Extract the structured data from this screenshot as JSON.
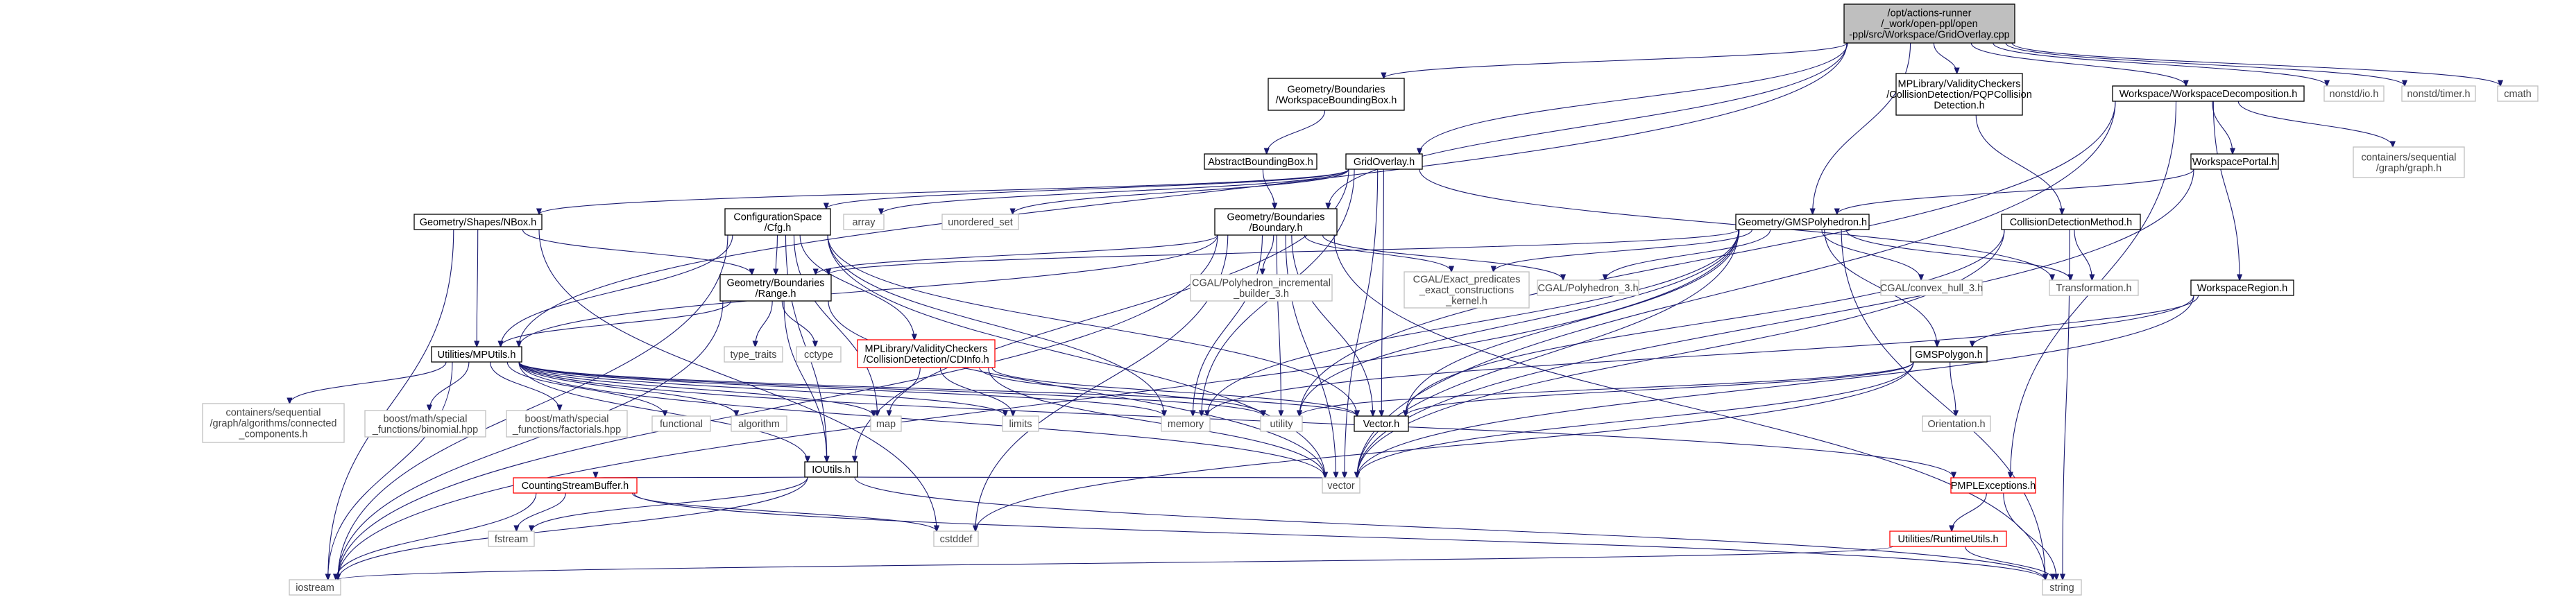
{
  "colors": {
    "edge": "#191970",
    "root_fill": "#bfbfbf",
    "root_border": "#000000",
    "doc_border": "#000000",
    "external_border": "#bfbfbf",
    "incomplete_border": "#ff0000"
  },
  "nodes": [
    {
      "id": "root",
      "lines": [
        "/opt/actions-runner",
        "/_work/open-ppl/open",
        "-ppl/src/Workspace/GridOverlay.cpp"
      ],
      "kind": "root"
    },
    {
      "id": "wbb",
      "lines": [
        "Geometry/Boundaries",
        "/WorkspaceBoundingBox.h"
      ],
      "kind": "doc"
    },
    {
      "id": "pqp",
      "lines": [
        "MPLibrary/ValidityCheckers",
        "/CollisionDetection/PQPCollision",
        "Detection.h"
      ],
      "kind": "doc"
    },
    {
      "id": "wsd",
      "lines": [
        "Workspace/WorkspaceDecomposition.h"
      ],
      "kind": "doc"
    },
    {
      "id": "nonstdio",
      "lines": [
        "nonstd/io.h"
      ],
      "kind": "external"
    },
    {
      "id": "nonstdtimer",
      "lines": [
        "nonstd/timer.h"
      ],
      "kind": "external"
    },
    {
      "id": "cmath",
      "lines": [
        "cmath"
      ],
      "kind": "external"
    },
    {
      "id": "abb",
      "lines": [
        "AbstractBoundingBox.h"
      ],
      "kind": "doc"
    },
    {
      "id": "gridoverlay",
      "lines": [
        "GridOverlay.h"
      ],
      "kind": "doc"
    },
    {
      "id": "wportal",
      "lines": [
        "WorkspacePortal.h"
      ],
      "kind": "doc"
    },
    {
      "id": "graph",
      "lines": [
        "containers/sequential",
        "/graph/graph.h"
      ],
      "kind": "external"
    },
    {
      "id": "nbox",
      "lines": [
        "Geometry/Shapes/NBox.h"
      ],
      "kind": "doc"
    },
    {
      "id": "cfg",
      "lines": [
        "ConfigurationSpace",
        "/Cfg.h"
      ],
      "kind": "doc"
    },
    {
      "id": "array",
      "lines": [
        "array"
      ],
      "kind": "external"
    },
    {
      "id": "unordered",
      "lines": [
        "unordered_set"
      ],
      "kind": "external"
    },
    {
      "id": "boundary",
      "lines": [
        "Geometry/Boundaries",
        "/Boundary.h"
      ],
      "kind": "doc"
    },
    {
      "id": "gmspoly",
      "lines": [
        "Geometry/GMSPolyhedron.h"
      ],
      "kind": "doc"
    },
    {
      "id": "cdm",
      "lines": [
        "CollisionDetectionMethod.h"
      ],
      "kind": "doc"
    },
    {
      "id": "range",
      "lines": [
        "Geometry/Boundaries",
        "/Range.h"
      ],
      "kind": "doc"
    },
    {
      "id": "polyinc",
      "lines": [
        "CGAL/Polyhedron_incremental",
        "_builder_3.h"
      ],
      "kind": "external"
    },
    {
      "id": "exactpred",
      "lines": [
        "CGAL/Exact_predicates",
        "_exact_constructions",
        "_kernel.h"
      ],
      "kind": "external"
    },
    {
      "id": "poly3",
      "lines": [
        "CGAL/Polyhedron_3.h"
      ],
      "kind": "external"
    },
    {
      "id": "convexhull",
      "lines": [
        "CGAL/convex_hull_3.h"
      ],
      "kind": "external"
    },
    {
      "id": "transformation",
      "lines": [
        "Transformation.h"
      ],
      "kind": "external"
    },
    {
      "id": "wregion",
      "lines": [
        "WorkspaceRegion.h"
      ],
      "kind": "doc"
    },
    {
      "id": "typetraits",
      "lines": [
        "type_traits"
      ],
      "kind": "external"
    },
    {
      "id": "cctype",
      "lines": [
        "cctype"
      ],
      "kind": "external"
    },
    {
      "id": "cdinfo",
      "lines": [
        "MPLibrary/ValidityCheckers",
        "/CollisionDetection/CDInfo.h"
      ],
      "kind": "incomplete"
    },
    {
      "id": "mputils",
      "lines": [
        "Utilities/MPUtils.h"
      ],
      "kind": "doc"
    },
    {
      "id": "gmspolygon",
      "lines": [
        "GMSPolygon.h"
      ],
      "kind": "doc"
    },
    {
      "id": "concomp",
      "lines": [
        "containers/sequential",
        "/graph/algorithms/connected",
        "_components.h"
      ],
      "kind": "external"
    },
    {
      "id": "binomial",
      "lines": [
        "boost/math/special",
        "_functions/binomial.hpp"
      ],
      "kind": "external"
    },
    {
      "id": "factorials",
      "lines": [
        "boost/math/special",
        "_functions/factorials.hpp"
      ],
      "kind": "external"
    },
    {
      "id": "functional",
      "lines": [
        "functional"
      ],
      "kind": "external"
    },
    {
      "id": "algorithm",
      "lines": [
        "algorithm"
      ],
      "kind": "external"
    },
    {
      "id": "map",
      "lines": [
        "map"
      ],
      "kind": "external"
    },
    {
      "id": "limits",
      "lines": [
        "limits"
      ],
      "kind": "external"
    },
    {
      "id": "memory",
      "lines": [
        "memory"
      ],
      "kind": "external"
    },
    {
      "id": "utility",
      "lines": [
        "utility"
      ],
      "kind": "external"
    },
    {
      "id": "vectorh",
      "lines": [
        "Vector.h"
      ],
      "kind": "doc"
    },
    {
      "id": "orientation",
      "lines": [
        "Orientation.h"
      ],
      "kind": "external"
    },
    {
      "id": "ioutils",
      "lines": [
        "IOUtils.h"
      ],
      "kind": "doc"
    },
    {
      "id": "vector",
      "lines": [
        "vector"
      ],
      "kind": "external"
    },
    {
      "id": "pmplexc",
      "lines": [
        "PMPLExceptions.h"
      ],
      "kind": "incomplete"
    },
    {
      "id": "csb",
      "lines": [
        "CountingStreamBuffer.h"
      ],
      "kind": "incomplete"
    },
    {
      "id": "fstream",
      "lines": [
        "fstream"
      ],
      "kind": "external"
    },
    {
      "id": "cstddef",
      "lines": [
        "cstddef"
      ],
      "kind": "external"
    },
    {
      "id": "rtutils",
      "lines": [
        "Utilities/RuntimeUtils.h"
      ],
      "kind": "incomplete"
    },
    {
      "id": "iostream",
      "lines": [
        "iostream"
      ],
      "kind": "external"
    },
    {
      "id": "string",
      "lines": [
        "string"
      ],
      "kind": "external"
    }
  ],
  "edges": [
    [
      "root",
      "wbb"
    ],
    [
      "root",
      "pqp"
    ],
    [
      "root",
      "wsd"
    ],
    [
      "root",
      "nonstdio"
    ],
    [
      "root",
      "nonstdtimer"
    ],
    [
      "root",
      "cmath"
    ],
    [
      "root",
      "gridoverlay"
    ],
    [
      "root",
      "boundary"
    ],
    [
      "root",
      "gmspoly"
    ],
    [
      "root",
      "mputils"
    ],
    [
      "wbb",
      "abb"
    ],
    [
      "abb",
      "boundary"
    ],
    [
      "pqp",
      "cdm"
    ],
    [
      "wsd",
      "wportal"
    ],
    [
      "wsd",
      "graph"
    ],
    [
      "wsd",
      "wregion"
    ],
    [
      "wsd",
      "vector"
    ],
    [
      "wsd",
      "pmplexc"
    ],
    [
      "wsd",
      "utility"
    ],
    [
      "wportal",
      "gmspoly"
    ],
    [
      "wportal",
      "vector"
    ],
    [
      "gridoverlay",
      "nbox"
    ],
    [
      "gridoverlay",
      "cfg"
    ],
    [
      "gridoverlay",
      "array"
    ],
    [
      "gridoverlay",
      "unordered"
    ],
    [
      "gridoverlay",
      "memory"
    ],
    [
      "gridoverlay",
      "vectorh"
    ],
    [
      "gridoverlay",
      "transformation"
    ],
    [
      "gridoverlay",
      "vector"
    ],
    [
      "gridoverlay",
      "ioutils"
    ],
    [
      "nbox",
      "range"
    ],
    [
      "nbox",
      "mputils"
    ],
    [
      "nbox",
      "iostream"
    ],
    [
      "nbox",
      "cstddef"
    ],
    [
      "cfg",
      "range"
    ],
    [
      "cfg",
      "mputils"
    ],
    [
      "cfg",
      "cdinfo"
    ],
    [
      "cfg",
      "vectorh"
    ],
    [
      "cfg",
      "map"
    ],
    [
      "cfg",
      "memory"
    ],
    [
      "cfg",
      "iostream"
    ],
    [
      "cfg",
      "vector"
    ],
    [
      "cfg",
      "ioutils"
    ],
    [
      "boundary",
      "range"
    ],
    [
      "boundary",
      "polyinc"
    ],
    [
      "boundary",
      "exactpred"
    ],
    [
      "boundary",
      "poly3"
    ],
    [
      "boundary",
      "memory"
    ],
    [
      "boundary",
      "utility"
    ],
    [
      "boundary",
      "vectorh"
    ],
    [
      "boundary",
      "vector"
    ],
    [
      "boundary",
      "iostream"
    ],
    [
      "boundary",
      "cstddef"
    ],
    [
      "boundary",
      "string"
    ],
    [
      "boundary",
      "mputils"
    ],
    [
      "gmspoly",
      "range"
    ],
    [
      "gmspoly",
      "exactpred"
    ],
    [
      "gmspoly",
      "poly3"
    ],
    [
      "gmspoly",
      "convexhull"
    ],
    [
      "gmspoly",
      "transformation"
    ],
    [
      "gmspoly",
      "gmspolygon"
    ],
    [
      "gmspoly",
      "memory"
    ],
    [
      "gmspoly",
      "utility"
    ],
    [
      "gmspoly",
      "vectorh"
    ],
    [
      "gmspoly",
      "vector"
    ],
    [
      "gmspoly",
      "iostream"
    ],
    [
      "gmspoly",
      "string"
    ],
    [
      "cdm",
      "transformation"
    ],
    [
      "cdm",
      "vectorh"
    ],
    [
      "cdm",
      "vector"
    ],
    [
      "cdm",
      "string"
    ],
    [
      "wregion",
      "gmspolygon"
    ],
    [
      "wregion",
      "memory"
    ],
    [
      "wregion",
      "vector"
    ],
    [
      "range",
      "typetraits"
    ],
    [
      "range",
      "cctype"
    ],
    [
      "range",
      "mputils"
    ],
    [
      "range",
      "iostream"
    ],
    [
      "range",
      "ioutils"
    ],
    [
      "range",
      "vector"
    ],
    [
      "cdinfo",
      "map"
    ],
    [
      "cdinfo",
      "limits"
    ],
    [
      "cdinfo",
      "utility"
    ],
    [
      "cdinfo",
      "vector"
    ],
    [
      "cdinfo",
      "vectorh"
    ],
    [
      "mputils",
      "concomp"
    ],
    [
      "mputils",
      "binomial"
    ],
    [
      "mputils",
      "factorials"
    ],
    [
      "mputils",
      "functional"
    ],
    [
      "mputils",
      "algorithm"
    ],
    [
      "mputils",
      "map"
    ],
    [
      "mputils",
      "limits"
    ],
    [
      "mputils",
      "memory"
    ],
    [
      "mputils",
      "utility"
    ],
    [
      "mputils",
      "vectorh"
    ],
    [
      "mputils",
      "iostream"
    ],
    [
      "mputils",
      "ioutils"
    ],
    [
      "mputils",
      "vector"
    ],
    [
      "mputils",
      "pmplexc"
    ],
    [
      "gmspolygon",
      "orientation"
    ],
    [
      "gmspolygon",
      "utility"
    ],
    [
      "gmspolygon",
      "vectorh"
    ],
    [
      "gmspolygon",
      "vector"
    ],
    [
      "gmspolygon",
      "cstddef"
    ],
    [
      "ioutils",
      "csb"
    ],
    [
      "ioutils",
      "fstream"
    ],
    [
      "ioutils",
      "iostream"
    ],
    [
      "ioutils",
      "vector"
    ],
    [
      "ioutils",
      "string"
    ],
    [
      "csb",
      "fstream"
    ],
    [
      "csb",
      "cstddef"
    ],
    [
      "csb",
      "iostream"
    ],
    [
      "csb",
      "string"
    ],
    [
      "pmplexc",
      "rtutils"
    ],
    [
      "pmplexc",
      "string"
    ],
    [
      "rtutils",
      "iostream"
    ],
    [
      "rtutils",
      "string"
    ]
  ]
}
